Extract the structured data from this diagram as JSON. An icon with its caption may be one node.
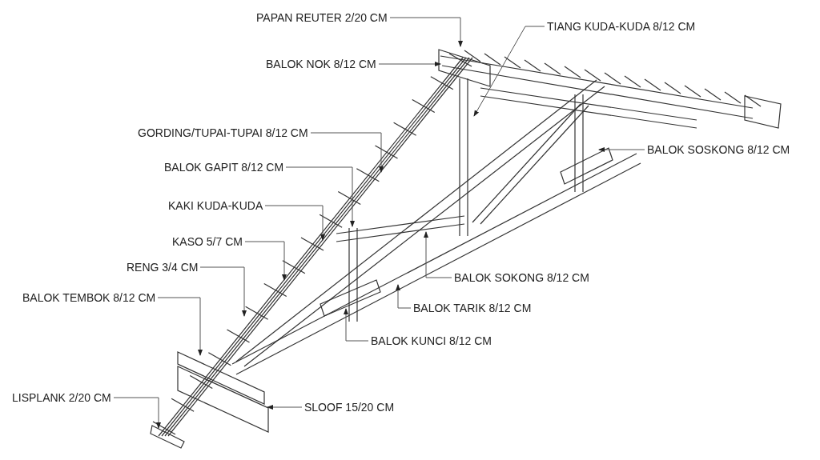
{
  "diagram": {
    "nodes": [
      {
        "text": [
          "PAPAN REUTER 2/20 CM"
        ]
      },
      {
        "text": [
          "TIANG KUDA-KUDA 8/12 CM"
        ]
      },
      {
        "text": [
          "BALOK NOK 8/12 CM"
        ]
      },
      {
        "text": [
          "GORDING/TUPAI-TUPAI 8/12 CM"
        ]
      },
      {
        "text": [
          "BALOK GAPIT 8/12 CM"
        ]
      },
      {
        "text": [
          "KAKI KUDA-KUDA"
        ]
      },
      {
        "text": [
          "KASO 5/7 CM"
        ]
      },
      {
        "text": [
          "RENG 3/4 CM"
        ]
      },
      {
        "text": [
          "BALOK TEMBOK 8/12 CM"
        ]
      },
      {
        "text": [
          "LISPLANK 2/20 CM"
        ]
      },
      {
        "text": [
          "SLOOF 15/20 CM"
        ]
      },
      {
        "text": [
          "BALOK SOSKONG 8/12 CM"
        ]
      },
      {
        "text": [
          "BALOK SOKONG 8/12 CM"
        ]
      },
      {
        "text": [
          "BALOK TARIK 8/12 CM"
        ]
      },
      {
        "text": [
          "BALOK KUNCI 8/12 CM"
        ]
      }
    ],
    "edges": [
      {
        "from": 0,
        "to": null,
        "arrow": "to"
      },
      {
        "from": 1,
        "to": null,
        "arrow": "to"
      },
      {
        "from": 2,
        "to": null,
        "arrow": "to"
      },
      {
        "from": 3,
        "to": null,
        "arrow": "to"
      },
      {
        "from": 4,
        "to": null,
        "arrow": "to"
      },
      {
        "from": 5,
        "to": null,
        "arrow": "to"
      },
      {
        "from": 6,
        "to": null,
        "arrow": "to"
      },
      {
        "from": 7,
        "to": null,
        "arrow": "to"
      },
      {
        "from": 8,
        "to": null,
        "arrow": "to"
      },
      {
        "from": 9,
        "to": null,
        "arrow": "to"
      },
      {
        "from": 10,
        "to": null,
        "arrow": "to"
      },
      {
        "from": 11,
        "to": null,
        "arrow": "to"
      },
      {
        "from": 12,
        "to": null,
        "arrow": "to"
      },
      {
        "from": 13,
        "to": null,
        "arrow": "to"
      },
      {
        "from": 14,
        "to": null,
        "arrow": "to"
      }
    ]
  }
}
